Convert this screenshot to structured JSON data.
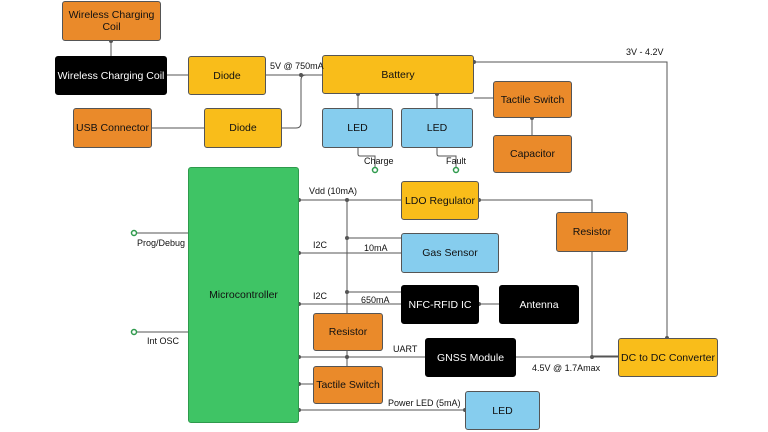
{
  "blocks": {
    "wc_coil_top": "Wireless Charging Coil",
    "wc_coil": "Wireless Charging Coil",
    "diode_top": "Diode",
    "usb": "USB Connector",
    "diode_bottom": "Diode",
    "battery": "Battery",
    "led_charge": "LED",
    "led_fault": "LED",
    "tactile_switch_top": "Tactile Switch",
    "capacitor": "Capacitor",
    "microcontroller": "Microcontroller",
    "ldo": "LDO Regulator",
    "resistor_right": "Resistor",
    "gas_sensor": "Gas Sensor",
    "nfc": "NFC-RFID IC",
    "antenna": "Antenna",
    "resistor_mid": "Resistor",
    "gnss": "GNSS Module",
    "dcdc": "DC to DC Converter",
    "tactile_switch_bottom": "Tactile Switch",
    "led_power": "LED"
  },
  "labels": {
    "v_3_4": "3V - 4.2V",
    "v_5": "5V @ 750mA",
    "charge": "Charge",
    "fault": "Fault",
    "vdd": "Vdd (10mA)",
    "prog": "Prog/Debug",
    "i2c_1": "I2C",
    "ma_10": "10mA",
    "i2c_2": "I2C",
    "ma_650": "650mA",
    "int_osc": "Int OSC",
    "uart": "UART",
    "v_45": "4.5V @ 1.7Amax",
    "power_led": "Power LED (5mA)"
  },
  "colors": {
    "orange": "#ea8a2a",
    "yellow": "#f9bd1a",
    "blue": "#86cdee",
    "black": "#000000",
    "green": "#3fc465",
    "terminal": "#2e9a4c"
  }
}
